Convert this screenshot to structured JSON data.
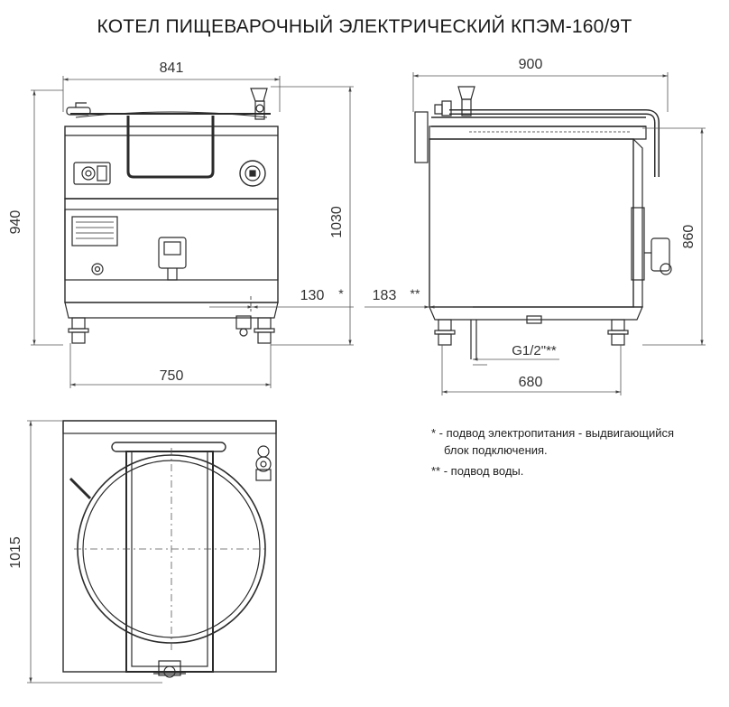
{
  "title": "КОТЕЛ ПИЩЕВАРОЧНЫЙ ЭЛЕКТРИЧЕСКИЙ КПЭМ-160/9Т",
  "front_view": {
    "width_top": "841",
    "height_left": "940",
    "height_right": "1030",
    "offset_power": "130",
    "offset_power_mark": "*",
    "width_bottom": "750"
  },
  "side_view": {
    "depth_top": "900",
    "offset_water": "183",
    "offset_water_mark": "**",
    "height_right": "860",
    "pipe_thread": "G1/2\"**",
    "depth_bottom": "680"
  },
  "top_view": {
    "depth_left": "1015"
  },
  "notes": {
    "power_line1": "* - подвод электропитания - выдвигающийся",
    "power_line2": "блок подключения.",
    "water": "** - подвод воды."
  },
  "colors": {
    "line": "#2b2b2b",
    "dim": "#555555",
    "fill": "#ffffff"
  }
}
